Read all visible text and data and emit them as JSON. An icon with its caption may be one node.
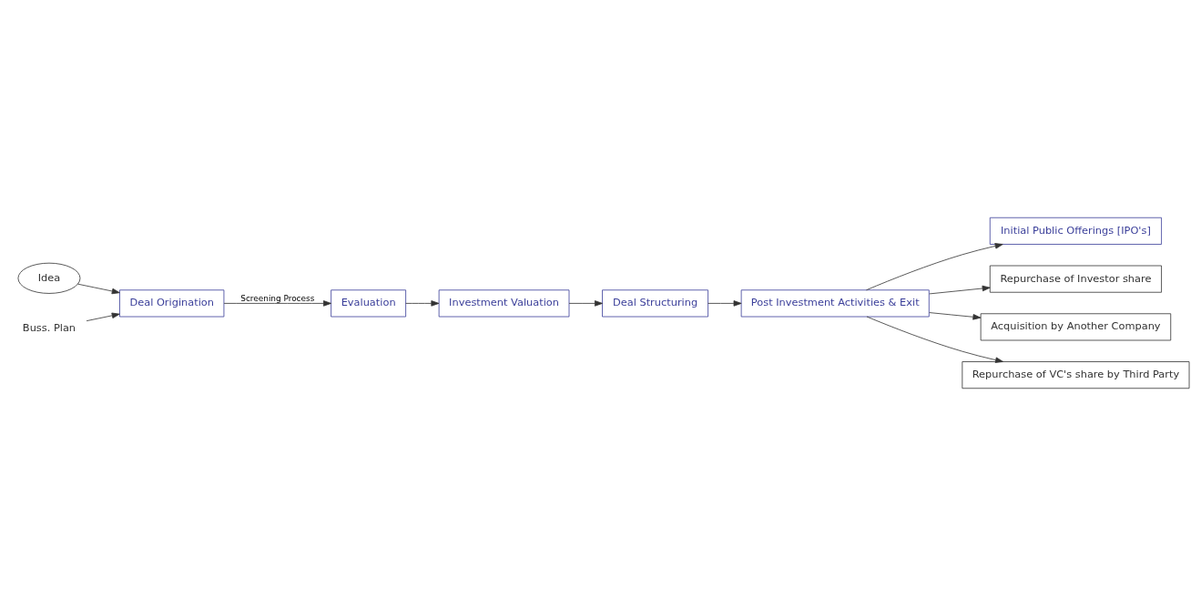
{
  "diagram": {
    "nodes": [
      {
        "text": [
          "Deal Origination"
        ]
      },
      {
        "text": [
          "Evaluation"
        ]
      },
      {
        "text": [
          "Investment Valuation"
        ]
      },
      {
        "text": [
          "Deal Structuring"
        ]
      },
      {
        "text": [
          "Post Investment Activities & Exit"
        ]
      },
      {
        "text": [
          "Initial Public Offerings [IPO's]"
        ]
      },
      {
        "text": [
          "Repurchase of Investor share"
        ]
      },
      {
        "text": [
          "Acquisition by Another Company"
        ]
      },
      {
        "text": [
          "Repurchase of VC's share by Third Party"
        ]
      },
      {
        "text": [
          "Idea"
        ]
      },
      {
        "text": [
          "Buss. Plan"
        ]
      }
    ],
    "edges": [
      {
        "from": 0,
        "to": 1,
        "arrow": "to",
        "label": "Screening Process"
      },
      {
        "from": 1,
        "to": 2,
        "arrow": "to"
      },
      {
        "from": 2,
        "to": 3,
        "arrow": "to"
      },
      {
        "from": 3,
        "to": 4,
        "arrow": "to"
      },
      {
        "from": 4,
        "to": 5,
        "arrow": "to"
      },
      {
        "from": 4,
        "to": 6,
        "arrow": "to"
      },
      {
        "from": 4,
        "to": 7,
        "arrow": "to"
      },
      {
        "from": 4,
        "to": 8,
        "arrow": "to"
      },
      {
        "from": 9,
        "to": 0,
        "arrow": "to"
      },
      {
        "from": 10,
        "to": 0,
        "arrow": "to"
      }
    ]
  }
}
